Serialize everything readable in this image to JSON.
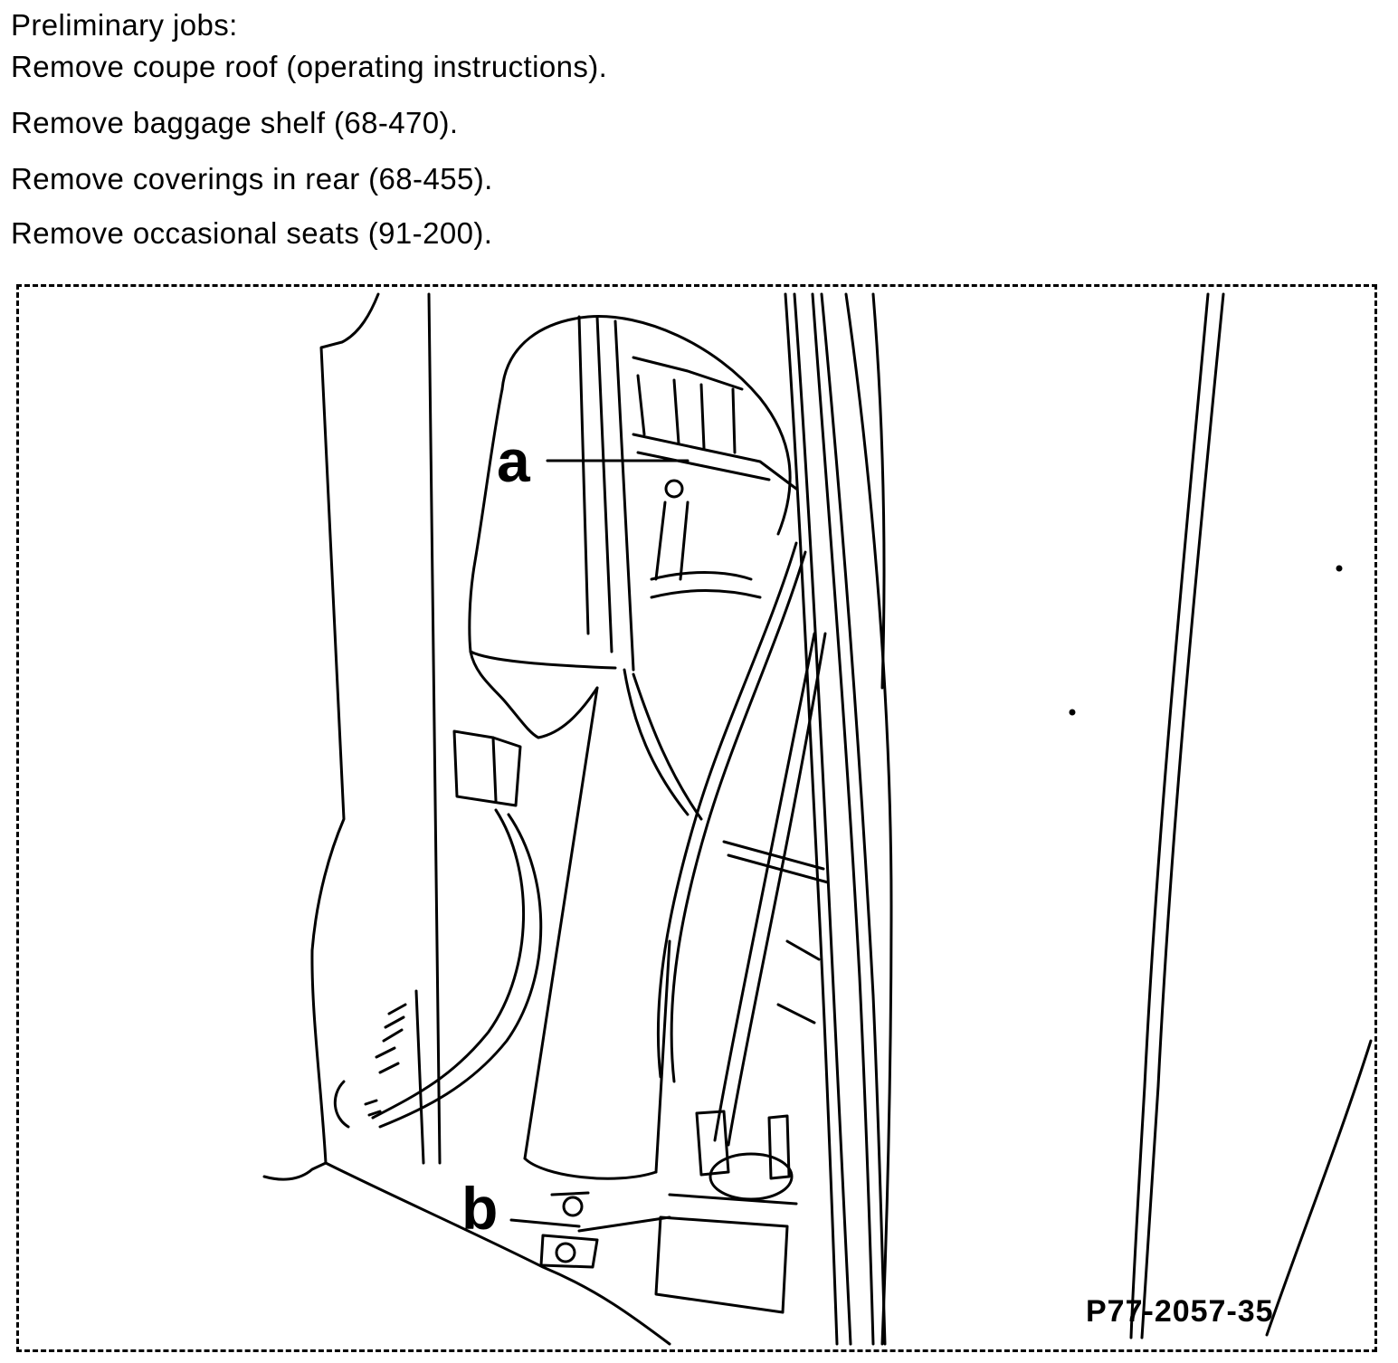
{
  "instructions": {
    "heading": "Preliminary jobs:",
    "steps": [
      "Remove coupe roof (operating instructions).",
      "Remove baggage shelf (68-470).",
      "Remove coverings in rear (68-455).",
      "Remove occasional seats (91-200)."
    ]
  },
  "figure": {
    "callout_a": "a",
    "callout_b": "b",
    "figure_id": "P77-2057-35",
    "line_color": "#000000",
    "background": "#ffffff"
  }
}
